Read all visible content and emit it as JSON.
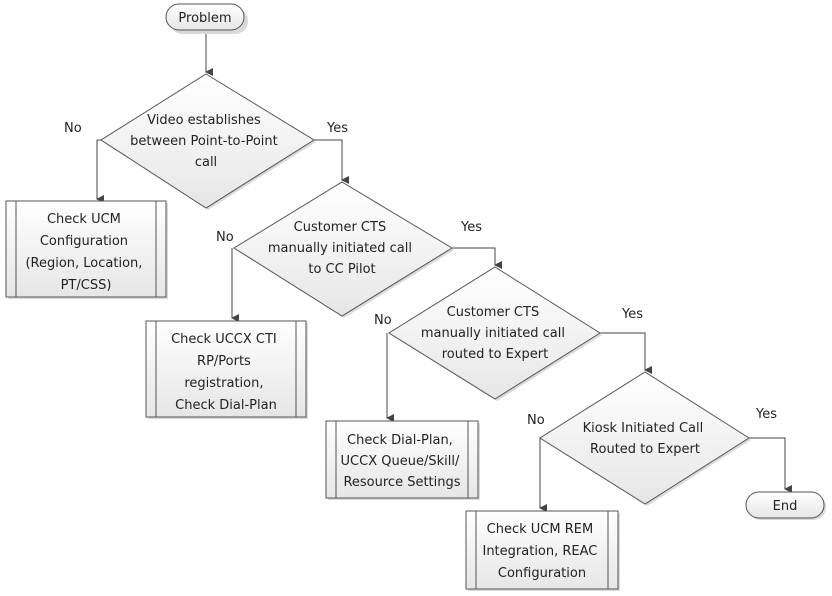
{
  "diagram": {
    "type": "flowchart",
    "nodes": {
      "start": {
        "label": "Problem",
        "kind": "terminator"
      },
      "d1": {
        "lines": [
          "Video establishes",
          "between Point-to-Point",
          "call"
        ],
        "kind": "decision"
      },
      "p1": {
        "lines": [
          "Check UCM",
          "Configuration",
          "(Region, Location,",
          "PT/CSS)"
        ],
        "kind": "predefined-process"
      },
      "d2": {
        "lines": [
          "Customer CTS",
          "manually initiated call",
          "to CC Pilot"
        ],
        "kind": "decision"
      },
      "p2": {
        "lines": [
          "Check UCCX CTI",
          "RP/Ports",
          "registration,",
          "Check Dial-Plan"
        ],
        "kind": "predefined-process"
      },
      "d3": {
        "lines": [
          "Customer CTS",
          "manually initiated call",
          "routed to Expert"
        ],
        "kind": "decision"
      },
      "p3": {
        "lines": [
          "Check Dial-Plan,",
          "UCCX Queue/Skill/",
          "Resource Settings"
        ],
        "kind": "predefined-process"
      },
      "d4": {
        "lines": [
          "Kiosk Initiated Call",
          "Routed to Expert"
        ],
        "kind": "decision"
      },
      "p4": {
        "lines": [
          "Check UCM REM",
          "Integration, REAC",
          "Configuration"
        ],
        "kind": "predefined-process"
      },
      "end": {
        "label": "End",
        "kind": "terminator"
      }
    },
    "edges": {
      "d1_no": "No",
      "d1_yes": "Yes",
      "d2_no": "No",
      "d2_yes": "Yes",
      "d3_no": "No",
      "d3_yes": "Yes",
      "d4_no": "No",
      "d4_yes": "Yes"
    },
    "colors": {
      "fill_top": "#ffffff",
      "fill_bottom": "#e8e8e8",
      "stroke": "#555555",
      "shadow": "#d0d0d0"
    }
  }
}
